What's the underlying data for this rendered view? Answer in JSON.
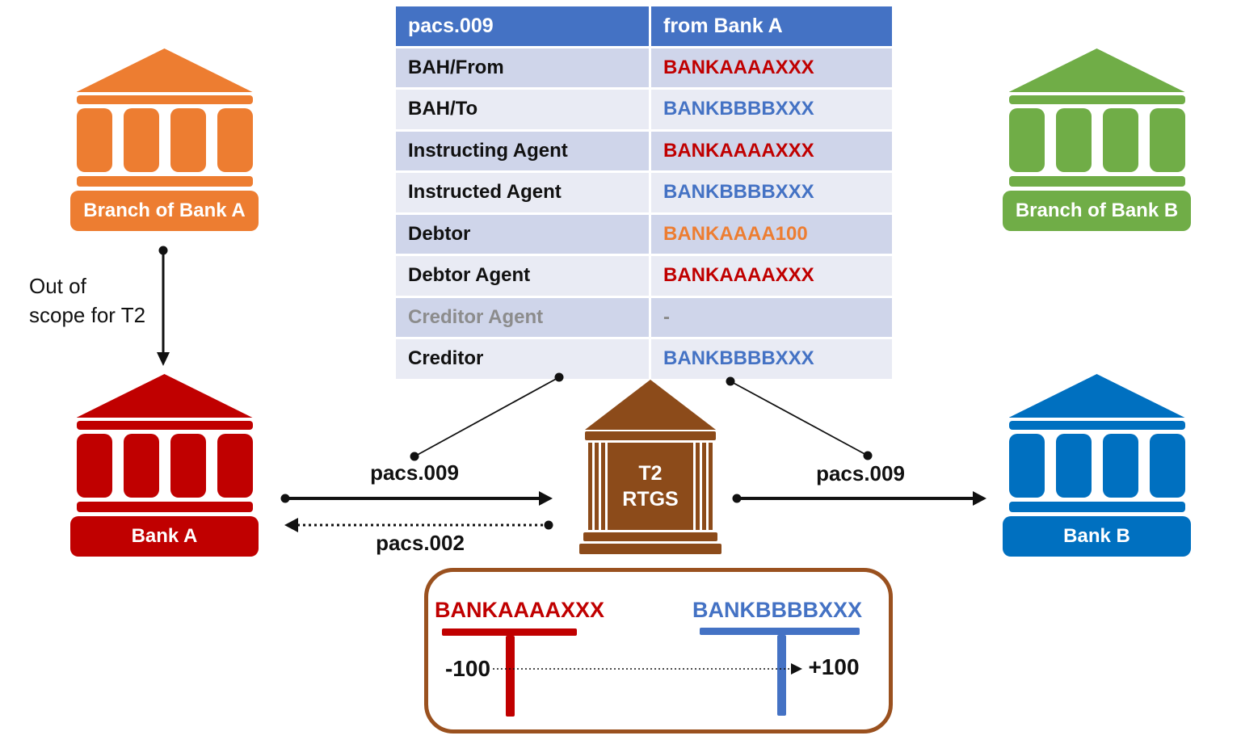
{
  "colors": {
    "header_blue": "#4472C4",
    "band_dark": "#CFD5EA",
    "band_light": "#E9EBF4",
    "t2_brown": "#8C4B1A",
    "box_border_brown": "#9A511F",
    "muted_gray": "#8C8C8C"
  },
  "value_colors": {
    "red": "#C00000",
    "blue": "#4472C4",
    "orange": "#ED7D31",
    "gray": "#8A8A8A"
  },
  "table": {
    "header": [
      "pacs.009",
      "from Bank A"
    ],
    "rows": [
      {
        "label": "BAH/From",
        "value": "BANKAAAAXXX",
        "color": "red"
      },
      {
        "label": "BAH/To",
        "value": "BANKBBBBXXX",
        "color": "blue"
      },
      {
        "label": "Instructing Agent",
        "value": "BANKAAAAXXX",
        "color": "red"
      },
      {
        "label": "Instructed Agent",
        "value": "BANKBBBBXXX",
        "color": "blue"
      },
      {
        "label": "Debtor",
        "value": "BANKAAAA100",
        "color": "orange"
      },
      {
        "label": "Debtor Agent",
        "value": "BANKAAAAXXX",
        "color": "red"
      },
      {
        "label": "Creditor Agent",
        "value": "-",
        "color": "gray",
        "muted": true
      },
      {
        "label": "Creditor",
        "value": "BANKBBBBXXX",
        "color": "blue"
      }
    ]
  },
  "banks": {
    "branch_a": {
      "label": "Branch of Bank A",
      "color": "#ED7D31"
    },
    "branch_b": {
      "label": "Branch of Bank B",
      "color": "#70AD47"
    },
    "bank_a": {
      "label": "Bank A",
      "color": "#C00000"
    },
    "bank_b": {
      "label": "Bank B",
      "color": "#0070C0"
    }
  },
  "t2": {
    "line1": "T2",
    "line2": "RTGS",
    "color": "#8C4B1A"
  },
  "labels": {
    "out_of_scope_line1": "Out of",
    "out_of_scope_line2": "scope for T2",
    "pacs009_left": "pacs.009",
    "pacs002": "pacs.002",
    "pacs009_right": "pacs.009"
  },
  "settlement": {
    "debit_account": "BANKAAAAXXX",
    "credit_account": "BANKBBBBXXX",
    "debit_amount": "-100",
    "credit_amount": "+100",
    "debit_color": "#C00000",
    "credit_color": "#4472C4"
  }
}
